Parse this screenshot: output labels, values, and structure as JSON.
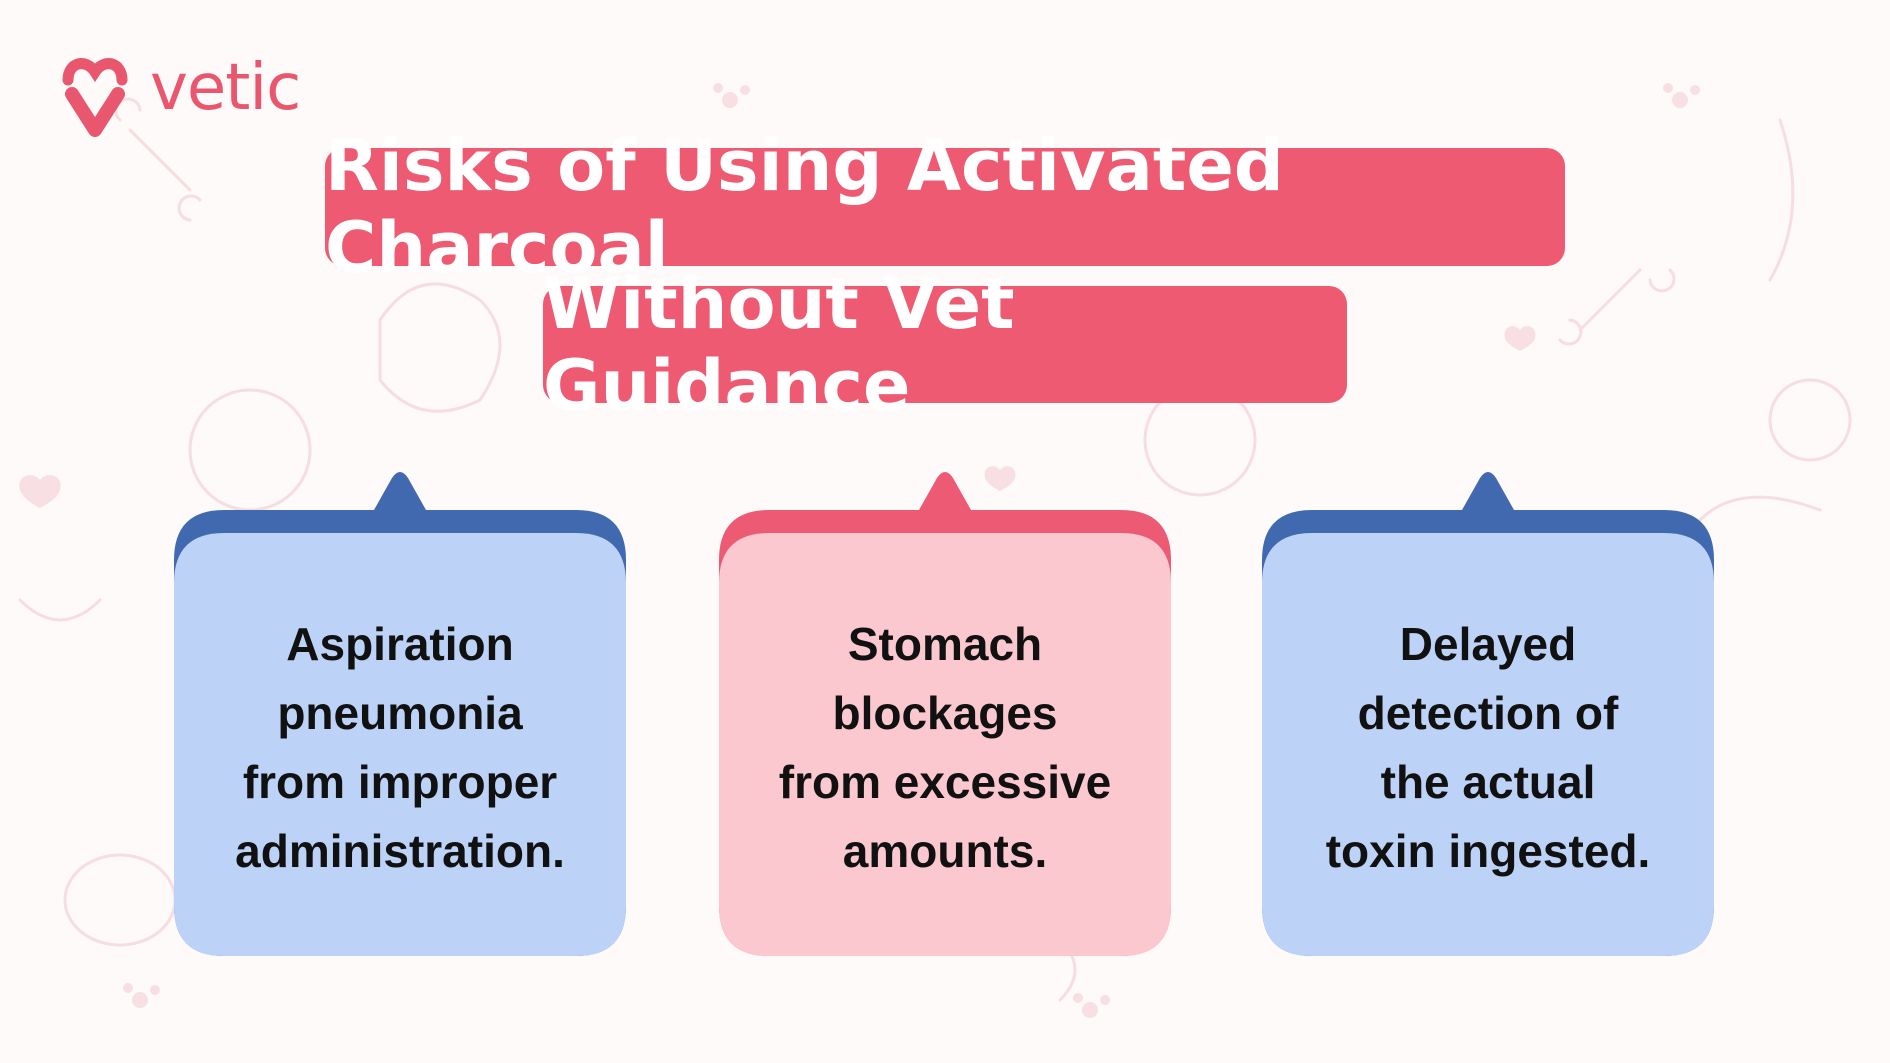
{
  "brand": {
    "name": "vetic",
    "icon": "heart-v-logo-icon",
    "color": "#e9576e"
  },
  "title": {
    "line1": "Risks of Using Activated Charcoal",
    "line2": "Without Vet Guidance",
    "background": "#ee5a72",
    "text_color": "#ffffff"
  },
  "cards": [
    {
      "lines": [
        "Aspiration",
        "pneumonia",
        "from improper",
        "administration."
      ],
      "header_color": "#4169b0",
      "body_color": "#bdd2f7"
    },
    {
      "lines": [
        "Stomach",
        "blockages",
        "from excessive",
        "amounts."
      ],
      "header_color": "#ec5a73",
      "body_color": "#fcc8d0"
    },
    {
      "lines": [
        "Delayed",
        "detection of",
        "the actual",
        "toxin ingested."
      ],
      "header_color": "#4169b0",
      "body_color": "#bdd2f7"
    }
  ],
  "background": {
    "color": "#fefafa",
    "pattern": "pet-doodle-pattern"
  }
}
